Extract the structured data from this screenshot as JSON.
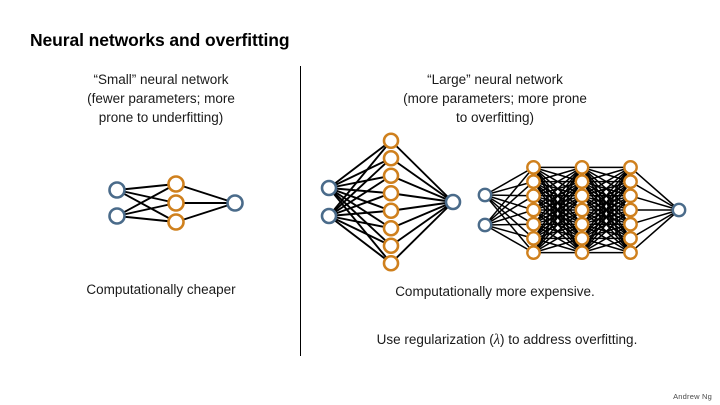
{
  "slide": {
    "title": "Neural networks and overfitting",
    "attribution": "Andrew Ng",
    "background": "#ffffff"
  },
  "colors": {
    "input_node_stroke": "#4a6b8a",
    "hidden_node_stroke": "#cf801d",
    "edge": "#000000",
    "text": "#1a1a1a",
    "divider": "#000000"
  },
  "left_column": {
    "caption_line1": "“Small” neural network",
    "caption_line2": "(fewer parameters; more",
    "caption_line3": "prone to underfitting)",
    "footer": "Computationally cheaper"
  },
  "right_column": {
    "caption_line1": "“Large” neural network",
    "caption_line2": "(more parameters; more prone",
    "caption_line3": "to overfitting)",
    "footer": "Computationally more expensive."
  },
  "regularization_note": {
    "prefix": "Use regularization (",
    "symbol": "λ",
    "suffix": ") to address overfitting."
  },
  "networks": [
    {
      "name": "small-neural-network",
      "layers": [
        {
          "role": "input",
          "count": 2,
          "color": "#4a6b8a"
        },
        {
          "role": "hidden",
          "count": 3,
          "color": "#cf801d"
        },
        {
          "role": "output",
          "count": 1,
          "color": "#4a6b8a"
        }
      ],
      "fully_connected": true
    },
    {
      "name": "large-wide-neural-network",
      "layers": [
        {
          "role": "input",
          "count": 2,
          "color": "#4a6b8a"
        },
        {
          "role": "hidden",
          "count": 8,
          "color": "#cf801d"
        },
        {
          "role": "output",
          "count": 1,
          "color": "#4a6b8a"
        }
      ],
      "fully_connected": true
    },
    {
      "name": "large-deep-neural-network",
      "layers": [
        {
          "role": "input",
          "count": 2,
          "color": "#4a6b8a"
        },
        {
          "role": "hidden",
          "count": 7,
          "color": "#cf801d"
        },
        {
          "role": "hidden",
          "count": 7,
          "color": "#cf801d"
        },
        {
          "role": "hidden",
          "count": 7,
          "color": "#cf801d"
        },
        {
          "role": "output",
          "count": 1,
          "color": "#4a6b8a"
        }
      ],
      "fully_connected": true
    }
  ]
}
